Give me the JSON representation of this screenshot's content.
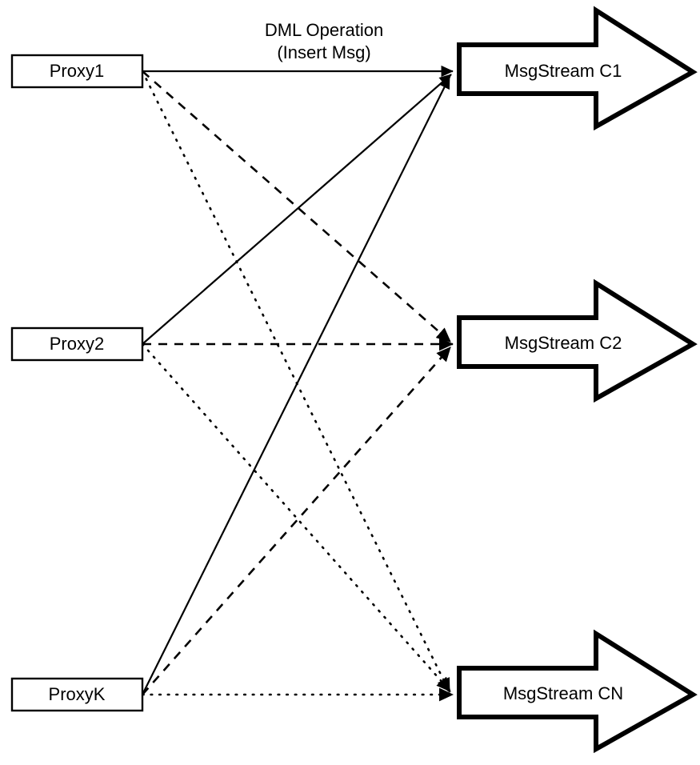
{
  "diagram": {
    "title": "Proxy to MsgStream fan-out",
    "background_color": "#ffffff",
    "stroke_color": "#000000",
    "edge_label": {
      "line1": "DML Operation",
      "line2": "(Insert Msg)"
    },
    "proxies": [
      {
        "id": "proxy1",
        "label": "Proxy1"
      },
      {
        "id": "proxy2",
        "label": "Proxy2"
      },
      {
        "id": "proxyk",
        "label": "ProxyK"
      }
    ],
    "streams": [
      {
        "id": "stream-c1",
        "label": "MsgStream C1"
      },
      {
        "id": "stream-c2",
        "label": "MsgStream C2"
      },
      {
        "id": "stream-cn",
        "label": "MsgStream CN"
      }
    ],
    "links": [
      {
        "id": "proxy1-to-c1",
        "from": "Proxy1",
        "to": "MsgStream C1",
        "style": "solid"
      },
      {
        "id": "proxy1-to-c2",
        "from": "Proxy1",
        "to": "MsgStream C2",
        "style": "dashed"
      },
      {
        "id": "proxy1-to-cn",
        "from": "Proxy1",
        "to": "MsgStream CN",
        "style": "dotted"
      },
      {
        "id": "proxy2-to-c1",
        "from": "Proxy2",
        "to": "MsgStream C1",
        "style": "solid"
      },
      {
        "id": "proxy2-to-c2",
        "from": "Proxy2",
        "to": "MsgStream C2",
        "style": "dashed"
      },
      {
        "id": "proxy2-to-cn",
        "from": "Proxy2",
        "to": "MsgStream CN",
        "style": "dotted"
      },
      {
        "id": "proxyk-to-c1",
        "from": "ProxyK",
        "to": "MsgStream C1",
        "style": "solid"
      },
      {
        "id": "proxyk-to-c2",
        "from": "ProxyK",
        "to": "MsgStream C2",
        "style": "dashed"
      },
      {
        "id": "proxyk-to-cn",
        "from": "ProxyK",
        "to": "MsgStream CN",
        "style": "dotted"
      }
    ]
  }
}
